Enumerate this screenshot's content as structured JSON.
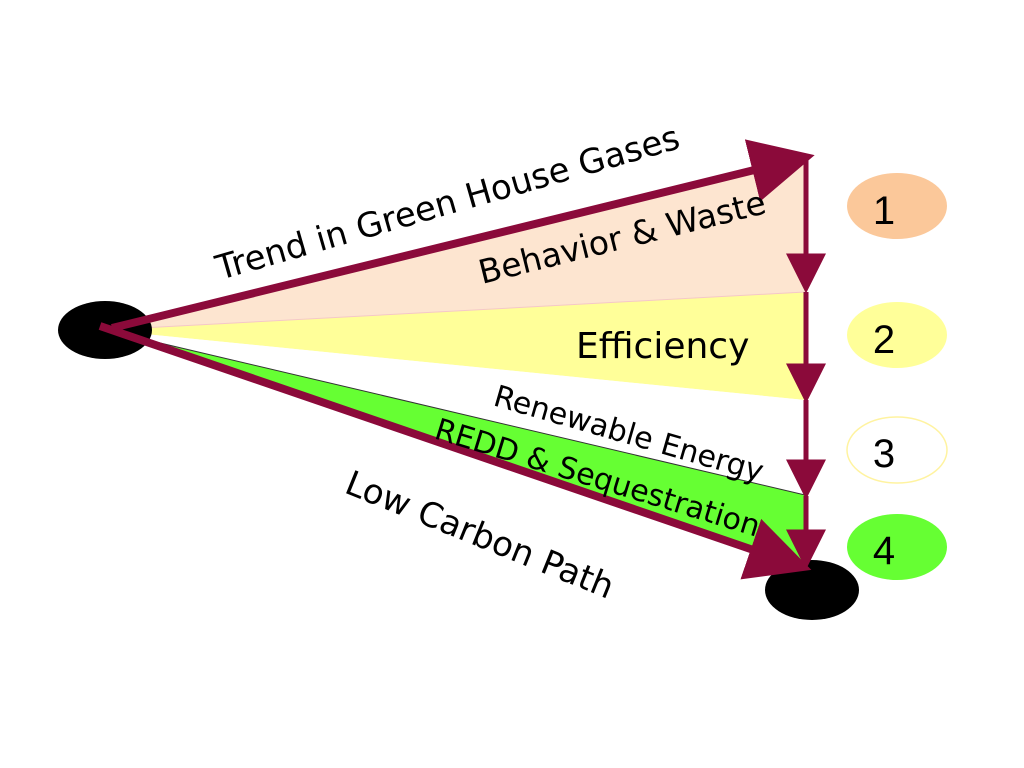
{
  "diagram": {
    "labels": {
      "trend": "Trend in Green House Gases",
      "behavior": "Behavior & Waste",
      "efficiency": "Efficiency",
      "renewable": "Renewable Energy",
      "redd": "REDD & Sequestration",
      "low_carbon": "Low Carbon Path"
    },
    "badges": [
      {
        "number": "1",
        "color": "#fbc89a"
      },
      {
        "number": "2",
        "color": "#ffff99"
      },
      {
        "number": "3",
        "color": "#ffffff"
      },
      {
        "number": "4",
        "color": "#66ff33"
      }
    ],
    "colors": {
      "arrow": "#8b0a3a",
      "node": "#000000",
      "wedge_behavior": "#fde5d0",
      "wedge_efficiency": "#ffff99",
      "wedge_renewable": "#ffffff",
      "wedge_redd": "#66ff33"
    }
  }
}
